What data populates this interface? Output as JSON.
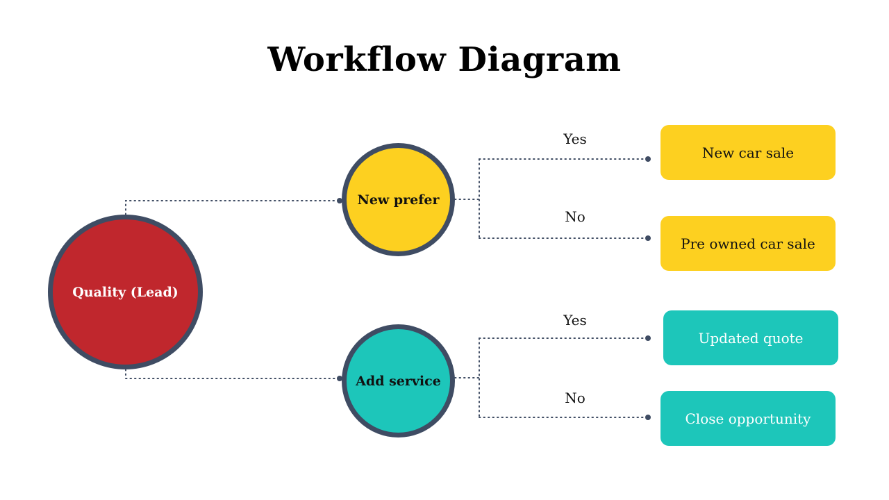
{
  "title": "Workflow Diagram",
  "colors": {
    "red": "#c0272d",
    "yellow": "#fdd020",
    "teal": "#1dc6ba",
    "outline": "#3f4c63",
    "connector": "#3f4c63"
  },
  "nodes": {
    "root": {
      "label": "Quality (Lead)"
    },
    "new_prefer": {
      "label": "New prefer"
    },
    "add_service": {
      "label": "Add service"
    }
  },
  "branches": {
    "new_prefer": {
      "yes_label": "Yes",
      "no_label": "No"
    },
    "add_service": {
      "yes_label": "Yes",
      "no_label": "No"
    }
  },
  "outcomes": {
    "new_car_sale": {
      "label": "New car sale"
    },
    "pre_owned_car_sale": {
      "label": "Pre owned car sale"
    },
    "updated_quote": {
      "label": "Updated quote"
    },
    "close_opportunity": {
      "label": "Close opportunity"
    }
  }
}
